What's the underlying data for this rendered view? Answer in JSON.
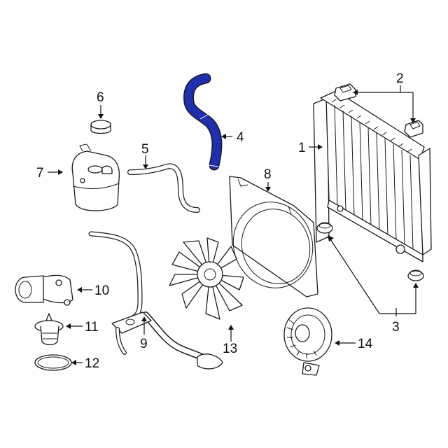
{
  "diagram": {
    "callouts": {
      "c1": "1",
      "c2": "2",
      "c3": "3",
      "c4": "4",
      "c5": "5",
      "c6": "6",
      "c7": "7",
      "c8": "8",
      "c9": "9",
      "c10": "10",
      "c11": "11",
      "c12": "12",
      "c13": "13",
      "c14": "14"
    },
    "highlight_color": "#1f2fb0"
  }
}
